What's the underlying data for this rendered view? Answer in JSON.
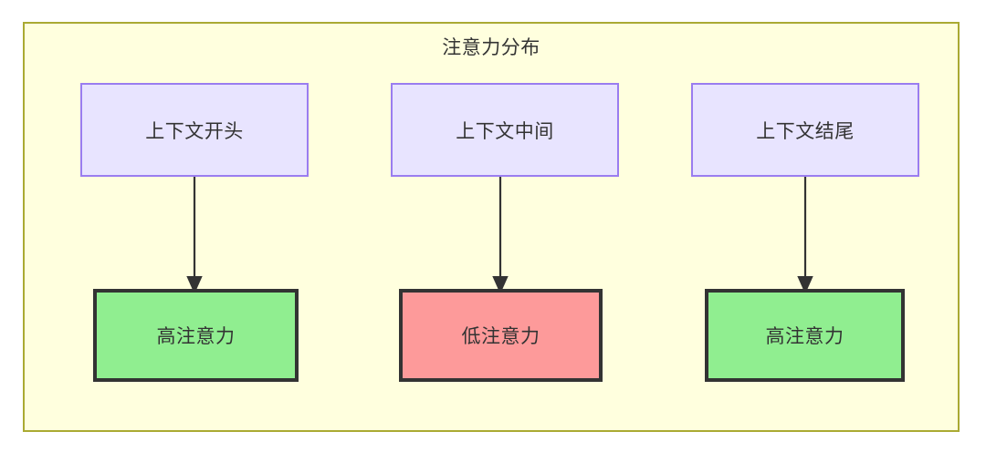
{
  "diagram": {
    "title": "注意力分布",
    "container": {
      "fill": "#ffffde",
      "stroke": "#aaaa33"
    },
    "colors": {
      "context_fill": "#e8e4ff",
      "context_stroke": "#9a7df0",
      "high_attention_fill": "#90ee90",
      "low_attention_fill": "#fd9a9a",
      "node_stroke": "#333333",
      "edge_stroke": "#333333",
      "text": "#333333"
    },
    "nodes": {
      "context_start": "上下文开头",
      "context_middle": "上下文中间",
      "context_end": "上下文结尾",
      "attention_start": "高注意力",
      "attention_middle": "低注意力",
      "attention_end": "高注意力"
    },
    "edges": [
      {
        "from": "上下文开头",
        "to": "高注意力"
      },
      {
        "from": "上下文中间",
        "to": "低注意力"
      },
      {
        "from": "上下文结尾",
        "to": "高注意力"
      }
    ]
  }
}
